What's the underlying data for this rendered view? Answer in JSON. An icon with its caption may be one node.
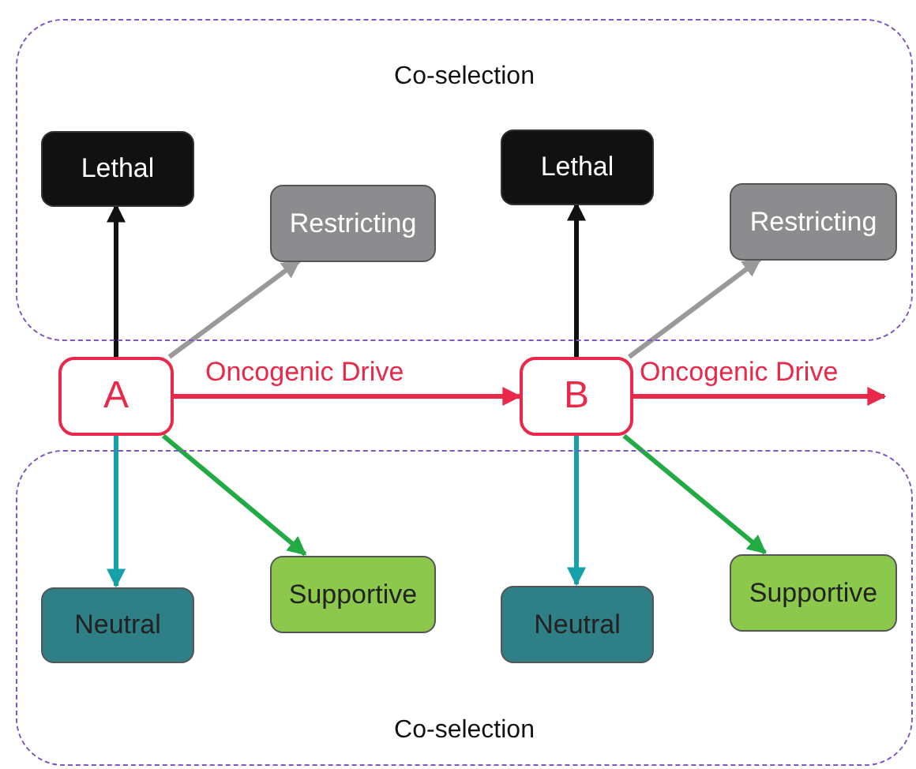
{
  "diagram": {
    "nodes": [
      {
        "text": [
          "Co-selection"
        ]
      },
      {
        "text": [
          "Lethal"
        ],
        "in": 0
      },
      {
        "text": [
          "Restricting"
        ],
        "in": 0
      },
      {
        "text": [
          "Lethal"
        ],
        "in": 0
      },
      {
        "text": [
          "Restricting"
        ],
        "in": 0
      },
      {
        "text": [
          "A"
        ]
      },
      {
        "text": [
          "B"
        ]
      },
      {
        "text": [
          "Co-selection"
        ]
      },
      {
        "text": [
          "Neutral"
        ],
        "in": 7
      },
      {
        "text": [
          "Supportive"
        ],
        "in": 7
      },
      {
        "text": [
          "Neutral"
        ],
        "in": 7
      },
      {
        "text": [
          "Supportive"
        ],
        "in": 7
      }
    ],
    "edges": [
      {
        "from": 5,
        "to": 1,
        "arrow": "to",
        "color": "#111111"
      },
      {
        "from": 5,
        "to": 2,
        "arrow": "to",
        "color": "#999999"
      },
      {
        "from": 5,
        "to": 6,
        "arrow": "to",
        "label": "Oncogenic Drive",
        "color": "#e8294a"
      },
      {
        "from": 6,
        "to": 3,
        "arrow": "to",
        "color": "#111111"
      },
      {
        "from": 6,
        "to": 4,
        "arrow": "to",
        "color": "#999999"
      },
      {
        "from": 6,
        "to": null,
        "arrow": "to",
        "label": "Oncogenic Drive",
        "color": "#e8294a"
      },
      {
        "from": 5,
        "to": 8,
        "arrow": "to",
        "color": "#16a0a8"
      },
      {
        "from": 5,
        "to": 9,
        "arrow": "to",
        "color": "#22aa44"
      },
      {
        "from": 6,
        "to": 10,
        "arrow": "to",
        "color": "#16a0a8"
      },
      {
        "from": 6,
        "to": 11,
        "arrow": "to",
        "color": "#22aa44"
      }
    ]
  }
}
